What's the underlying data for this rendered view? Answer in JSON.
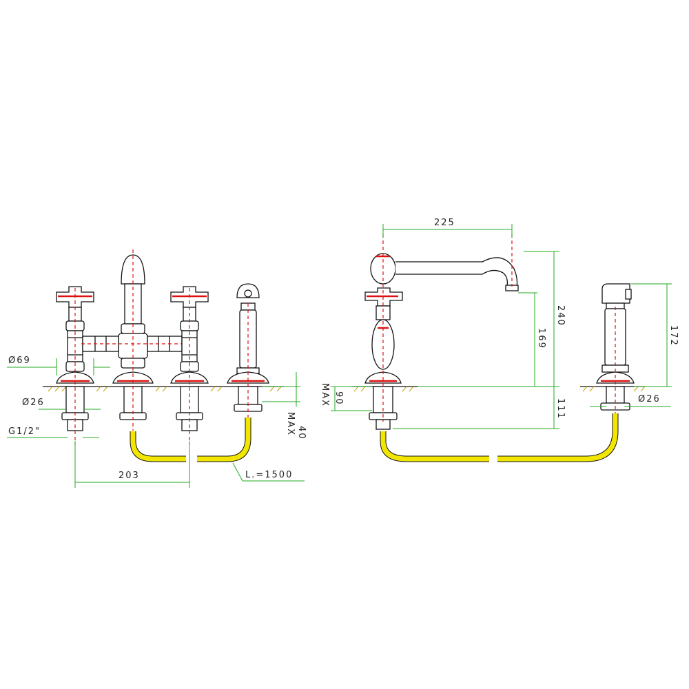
{
  "front_view": {
    "dims": {
      "flange_diameter": "Ø69",
      "pipe_diameter": "Ø26",
      "thread": "G1/2\"",
      "centers": "203",
      "hose_length": "L.=1500",
      "max_label": "MAX",
      "deck_thickness": "40"
    }
  },
  "side_view": {
    "dims": {
      "spout_reach": "225",
      "total_height": "240",
      "outlet_height": "169",
      "deck_max": "90",
      "max_label": "MAX",
      "under_deck": "111"
    }
  },
  "handshower_view": {
    "dims": {
      "height": "172",
      "pipe_diameter": "Ø26"
    }
  }
}
